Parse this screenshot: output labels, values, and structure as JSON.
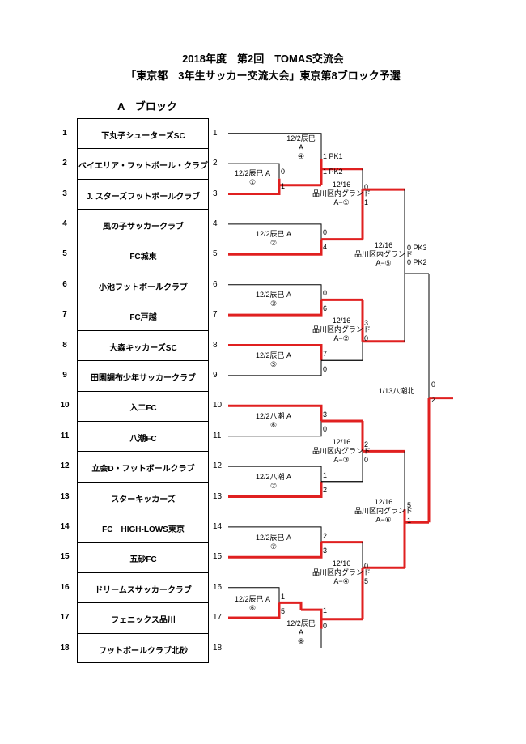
{
  "header": {
    "title_line1": "2018年度　第2回　TOMAS交流会",
    "title_line2": "「東京都　3年生サッカー交流大会」東京第8ブロック予選",
    "block_label": "A　ブロック"
  },
  "teams": [
    {
      "num": "1",
      "name": "下丸子シューターズSC"
    },
    {
      "num": "2",
      "name": "ベイエリア・フットボール・クラブ"
    },
    {
      "num": "3",
      "name": "J. スターズフットボールクラブ"
    },
    {
      "num": "4",
      "name": "風の子サッカークラブ"
    },
    {
      "num": "5",
      "name": "FC城東"
    },
    {
      "num": "6",
      "name": "小池フットボールクラブ"
    },
    {
      "num": "7",
      "name": "FC戸越"
    },
    {
      "num": "8",
      "name": "大森キッカーズSC"
    },
    {
      "num": "9",
      "name": "田園調布少年サッカークラブ"
    },
    {
      "num": "10",
      "name": "入二FC"
    },
    {
      "num": "11",
      "name": "八潮FC"
    },
    {
      "num": "12",
      "name": "立会D・フットボールクラブ"
    },
    {
      "num": "13",
      "name": "スターキッカーズ"
    },
    {
      "num": "14",
      "name": "FC　HIGH-LOWS東京"
    },
    {
      "num": "15",
      "name": "五砂FC"
    },
    {
      "num": "16",
      "name": "ドリームスサッカークラブ"
    },
    {
      "num": "17",
      "name": "フェニックス品川"
    },
    {
      "num": "18",
      "name": "フットボールクラブ北砂"
    }
  ],
  "match_labels": {
    "m4": {
      "l1": "12/2辰巳",
      "l2": "A",
      "l3": "④"
    },
    "m1": {
      "l1": "12/2辰巳 A",
      "l2": "①"
    },
    "m2": {
      "l1": "12/2辰巳 A",
      "l2": "②"
    },
    "m3": {
      "l1": "12/2辰巳 A",
      "l2": "③"
    },
    "m5": {
      "l1": "12/2辰巳 A",
      "l2": "⑤"
    },
    "m6y": {
      "l1": "12/2八潮 A",
      "l2": "⑥"
    },
    "m7y": {
      "l1": "12/2八潮 A",
      "l2": "⑦"
    },
    "m7t": {
      "l1": "12/2辰巳 A",
      "l2": "⑦"
    },
    "m6t": {
      "l1": "12/2辰巳 A",
      "l2": "⑥"
    },
    "m8": {
      "l1": "12/2辰巳",
      "l2": "A",
      "l3": "⑧"
    },
    "s1": {
      "l1": "12/16",
      "l2": "品川区内グランド",
      "l3": "A−①"
    },
    "s2": {
      "l1": "12/16",
      "l2": "品川区内グランド",
      "l3": "A−②"
    },
    "s3": {
      "l1": "12/16",
      "l2": "品川区内グランド",
      "l3": "A−③"
    },
    "s4": {
      "l1": "12/16",
      "l2": "品川区内グランド",
      "l3": "A−④"
    },
    "s5": {
      "l1": "12/16",
      "l2": "品川区内グランド",
      "l3": "A−⑤"
    },
    "s6": {
      "l1": "12/16",
      "l2": "品川区内グランド",
      "l3": "A−⑥"
    },
    "final": {
      "l1": "1/13八潮北"
    }
  },
  "scores": {
    "m4_top": "1 PK1",
    "m4_bot": "1 PK2",
    "m1_top": "0",
    "m1_bot": "1",
    "m2_top": "0",
    "m2_bot": "4",
    "m3_top": "0",
    "m3_bot": "6",
    "m5_top": "7",
    "m5_bot": "0",
    "s1_top": "0",
    "s1_bot": "1",
    "s2_top": "3",
    "s2_bot": "0",
    "s5_top": "0 PK3",
    "s5_bot": "0 PK2",
    "m6y_top": "3",
    "m6y_bot": "0",
    "m7y_top": "1",
    "m7y_bot": "2",
    "s3_top": "2",
    "s3_bot": "0",
    "m7t_top": "2",
    "m7t_bot": "3",
    "m6t_top": "1",
    "m6t_bot": "5",
    "m8_top": "1",
    "m8_bot": "0",
    "s4_top": "0",
    "s4_bot": "5",
    "s6_top": "5",
    "s6_bot": "1",
    "final_top": "0",
    "final_bot": "2"
  },
  "colors": {
    "winner_line": "#e02020",
    "line": "#000000"
  }
}
